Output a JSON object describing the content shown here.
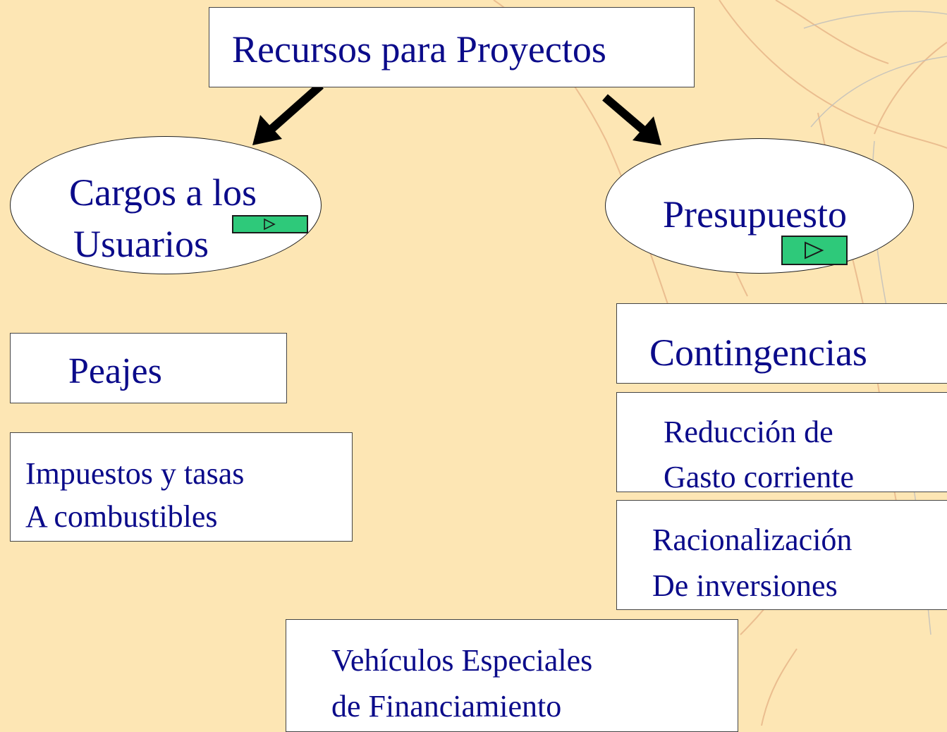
{
  "title": "Recursos para Proyectos",
  "left_branch": {
    "label_line1": "Cargos a los",
    "label_line2": "Usuarios",
    "items": [
      {
        "lines": [
          "Peajes"
        ]
      },
      {
        "lines": [
          "Impuestos y tasas",
          "A combustibles"
        ]
      }
    ]
  },
  "right_branch": {
    "label": "Presupuesto",
    "items": [
      {
        "lines": [
          "Contingencias"
        ]
      },
      {
        "lines": [
          "Reducción de",
          "Gasto corriente"
        ]
      },
      {
        "lines": [
          "Racionalización",
          "De inversiones"
        ]
      }
    ]
  },
  "bottom": {
    "lines": [
      "Vehículos Especiales",
      "de Financiamiento"
    ]
  },
  "colors": {
    "text": "#0b0b8a",
    "background": "#fde6b4",
    "button": "#2ec97a"
  },
  "icons": {
    "play": "play-triangle-icon"
  }
}
